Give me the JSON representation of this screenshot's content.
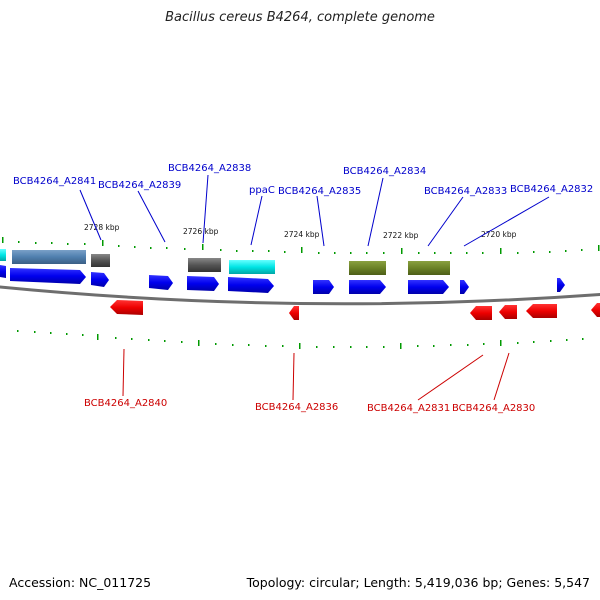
{
  "title": "Bacillus cereus B4264, complete genome",
  "footer": {
    "accession": "Accession: NC_011725",
    "topology": "Topology: circular; Length: 5,419,036 bp; Genes: 5,547"
  },
  "colors": {
    "plus_strand": "#0000ee",
    "minus_strand": "#ee0000",
    "backbone": "#6e6e6e",
    "tick": "#009900",
    "label_blue": "#0000cc",
    "label_red": "#cc0000"
  },
  "kbp_labels": [
    "2728 kbp",
    "2726 kbp",
    "2724 kbp",
    "2722 kbp",
    "2720 kbp"
  ],
  "gene_labels_top": [
    "BCB4264_A2841",
    "BCB4264_A2839",
    "BCB4264_A2838",
    "ppaC",
    "BCB4264_A2835",
    "BCB4264_A2834",
    "BCB4264_A2833",
    "BCB4264_A2832"
  ],
  "gene_labels_bottom": [
    "BCB4264_A2840",
    "BCB4264_A2836",
    "BCB4264_A2831",
    "BCB4264_A2830"
  ]
}
